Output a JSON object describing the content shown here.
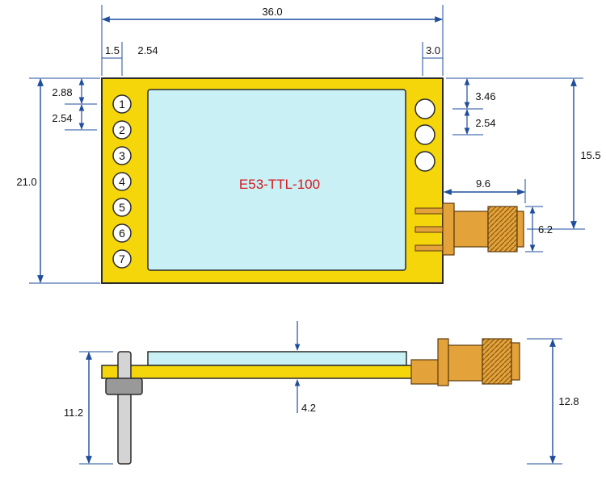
{
  "top_view": {
    "model_label": "E53-TTL-100",
    "pins": [
      "1",
      "2",
      "3",
      "4",
      "5",
      "6",
      "7"
    ],
    "dimensions": {
      "width": "36.0",
      "pin_edge_offset": "1.5",
      "pin_pitch": "2.54",
      "right_margin": "3.0",
      "first_pin_offset": "2.88",
      "pin_pitch_vertical": "2.54",
      "height": "21.0",
      "hole_top_offset": "3.46",
      "hole_pitch": "2.54",
      "connector_height": "15.5",
      "connector_length": "9.6",
      "connector_diameter": "6.2"
    }
  },
  "side_view": {
    "dimensions": {
      "pin_height": "11.2",
      "board_thickness": "4.2",
      "total_height": "12.8"
    }
  },
  "colors": {
    "pcb": "#f5d60b",
    "pcb_outline": "#2a2a2a",
    "screen": "#c8f0f5",
    "model_text": "#d8161b",
    "dimension_line": "#1f4e9c",
    "connector": "#e4a33a"
  }
}
